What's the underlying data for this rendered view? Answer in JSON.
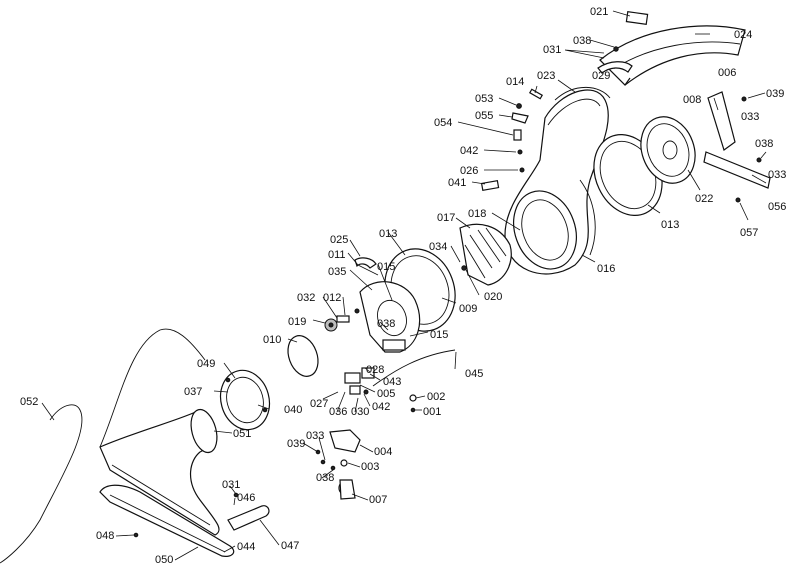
{
  "labels": [
    {
      "id": "p021",
      "text": "021"
    },
    {
      "id": "p024",
      "text": "024"
    },
    {
      "id": "p038a",
      "text": "038"
    },
    {
      "id": "p031a",
      "text": "031"
    },
    {
      "id": "p029",
      "text": "029"
    },
    {
      "id": "p023",
      "text": "023"
    },
    {
      "id": "p014",
      "text": "014"
    },
    {
      "id": "p006",
      "text": "006"
    },
    {
      "id": "p039a",
      "text": "039"
    },
    {
      "id": "p008",
      "text": "008"
    },
    {
      "id": "p033a",
      "text": "033"
    },
    {
      "id": "p053",
      "text": "053"
    },
    {
      "id": "p055",
      "text": "055"
    },
    {
      "id": "p054",
      "text": "054"
    },
    {
      "id": "p038b",
      "text": "038"
    },
    {
      "id": "p042a",
      "text": "042"
    },
    {
      "id": "p033b",
      "text": "033"
    },
    {
      "id": "p026",
      "text": "026"
    },
    {
      "id": "p041",
      "text": "041"
    },
    {
      "id": "p022",
      "text": "022"
    },
    {
      "id": "p056",
      "text": "056"
    },
    {
      "id": "p017",
      "text": "017"
    },
    {
      "id": "p018",
      "text": "018"
    },
    {
      "id": "p013a",
      "text": "013"
    },
    {
      "id": "p057",
      "text": "057"
    },
    {
      "id": "p025",
      "text": "025"
    },
    {
      "id": "p013b",
      "text": "013"
    },
    {
      "id": "p034",
      "text": "034"
    },
    {
      "id": "p011",
      "text": "011"
    },
    {
      "id": "p016",
      "text": "016"
    },
    {
      "id": "p015a",
      "text": "015"
    },
    {
      "id": "p035",
      "text": "035"
    },
    {
      "id": "p020",
      "text": "020"
    },
    {
      "id": "p032",
      "text": "032"
    },
    {
      "id": "p012",
      "text": "012"
    },
    {
      "id": "p009",
      "text": "009"
    },
    {
      "id": "p019",
      "text": "019"
    },
    {
      "id": "p038c",
      "text": "038"
    },
    {
      "id": "p015b",
      "text": "015"
    },
    {
      "id": "p010",
      "text": "010"
    },
    {
      "id": "p028",
      "text": "028"
    },
    {
      "id": "p045",
      "text": "045"
    },
    {
      "id": "p049",
      "text": "049"
    },
    {
      "id": "p043",
      "text": "043"
    },
    {
      "id": "p037",
      "text": "037"
    },
    {
      "id": "p005",
      "text": "005"
    },
    {
      "id": "p002",
      "text": "002"
    },
    {
      "id": "p052",
      "text": "052"
    },
    {
      "id": "p027",
      "text": "027"
    },
    {
      "id": "p040",
      "text": "040"
    },
    {
      "id": "p036",
      "text": "036"
    },
    {
      "id": "p030",
      "text": "030"
    },
    {
      "id": "p042b",
      "text": "042"
    },
    {
      "id": "p001",
      "text": "001"
    },
    {
      "id": "p051",
      "text": "051"
    },
    {
      "id": "p033c",
      "text": "033"
    },
    {
      "id": "p039b",
      "text": "039"
    },
    {
      "id": "p004",
      "text": "004"
    },
    {
      "id": "p003",
      "text": "003"
    },
    {
      "id": "p038d",
      "text": "038"
    },
    {
      "id": "p031b",
      "text": "031"
    },
    {
      "id": "p046",
      "text": "046"
    },
    {
      "id": "p007",
      "text": "007"
    },
    {
      "id": "p048",
      "text": "048"
    },
    {
      "id": "p044",
      "text": "044"
    },
    {
      "id": "p047",
      "text": "047"
    },
    {
      "id": "p050",
      "text": "050"
    }
  ]
}
